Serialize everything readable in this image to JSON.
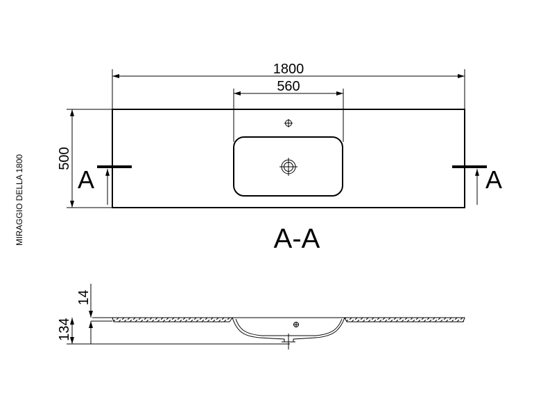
{
  "drawing": {
    "side_label": "MIRAGGIO DELLA 1800",
    "section_title": "A-A",
    "section_marker": "A",
    "top_view": {
      "overall_width": "1800",
      "basin_width": "560",
      "depth": "500"
    },
    "section_view": {
      "slab_thickness": "14",
      "total_height": "134"
    }
  }
}
